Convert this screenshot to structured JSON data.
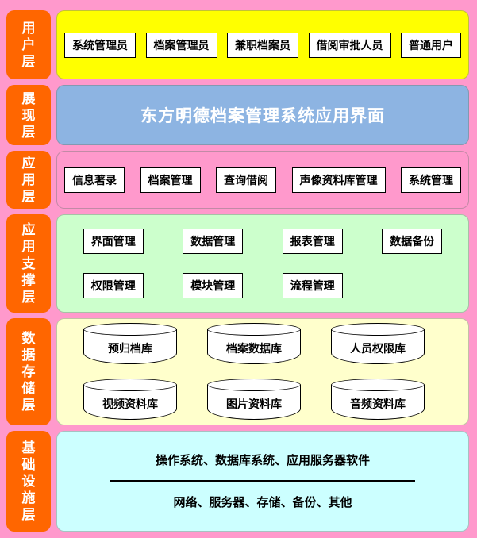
{
  "colors": {
    "background": "#FF99CC",
    "layer_label_bg": "#FF6600",
    "layer_label_text": "#FFFFFF",
    "users_band": "#FFFF00",
    "presentation_band": "#8DB4E2",
    "application_band": "#FF99CC",
    "support_band": "#CCFFCC",
    "storage_band": "#FFFFCC",
    "infrastructure_band": "#CCFFFF",
    "box_bg": "#FFFFFF",
    "box_border": "#000000",
    "presentation_title_text": "#FFFFFF"
  },
  "layers": [
    {
      "label": "用户层",
      "items": [
        "系统管理员",
        "档案管理员",
        "兼职档案员",
        "借阅审批人员",
        "普通用户"
      ]
    },
    {
      "label": "展现层",
      "title": "东方明德档案管理系统应用界面"
    },
    {
      "label": "应用层",
      "items": [
        "信息著录",
        "档案管理",
        "查询借阅",
        "声像资料库管理",
        "系统管理"
      ]
    },
    {
      "label": "应用支撑层",
      "row1": [
        "界面管理",
        "数据管理",
        "报表管理",
        "数据备份"
      ],
      "row2": [
        "权限管理",
        "模块管理",
        "流程管理"
      ]
    },
    {
      "label": "数据存储层",
      "row1": [
        "预归档库",
        "档案数据库",
        "人员权限库"
      ],
      "row2": [
        "视频资料库",
        "图片资料库",
        "音频资料库"
      ]
    },
    {
      "label": "基础设施层",
      "line1": "操作系统、数据库系统、应用服务器软件",
      "line2": "网络、服务器、存储、备份、其他"
    }
  ]
}
